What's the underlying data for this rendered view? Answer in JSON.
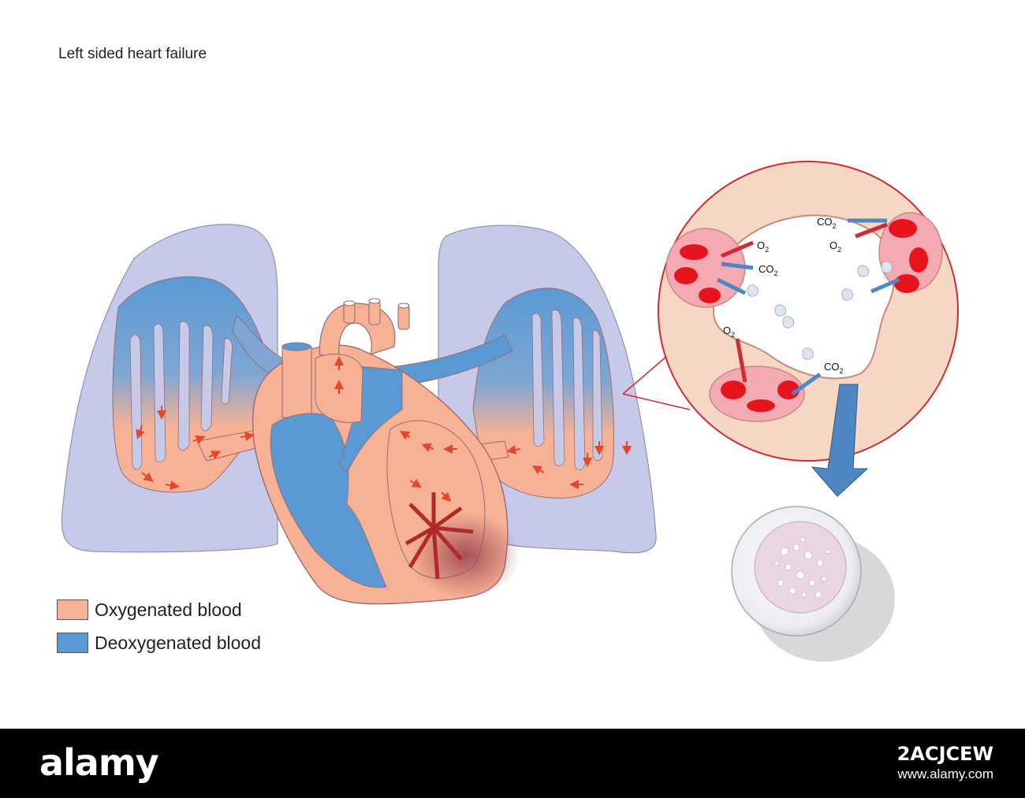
{
  "title": "Left sided heart failure",
  "legend": [
    {
      "label": "Oxygenated blood",
      "color": "#f7b295"
    },
    {
      "label": "Deoxygenated blood",
      "color": "#5a9ad4"
    }
  ],
  "gas_labels": {
    "oxygen": "O",
    "carbon_dioxide": "CO",
    "subscript": "2"
  },
  "footer": {
    "brand": "alamy",
    "image_id": "2ACJCEW",
    "site": "www.alamy.com"
  },
  "colors": {
    "lung": "#c7c9e9",
    "oxygenated": "#f7b295",
    "deoxygenated": "#5a9ad4",
    "congestion": "#a24a55",
    "flow_arrow": "#e8462a",
    "tissue": "#f6d7c3",
    "blood_cell": "#e8141d",
    "outline": "#d02a33"
  }
}
